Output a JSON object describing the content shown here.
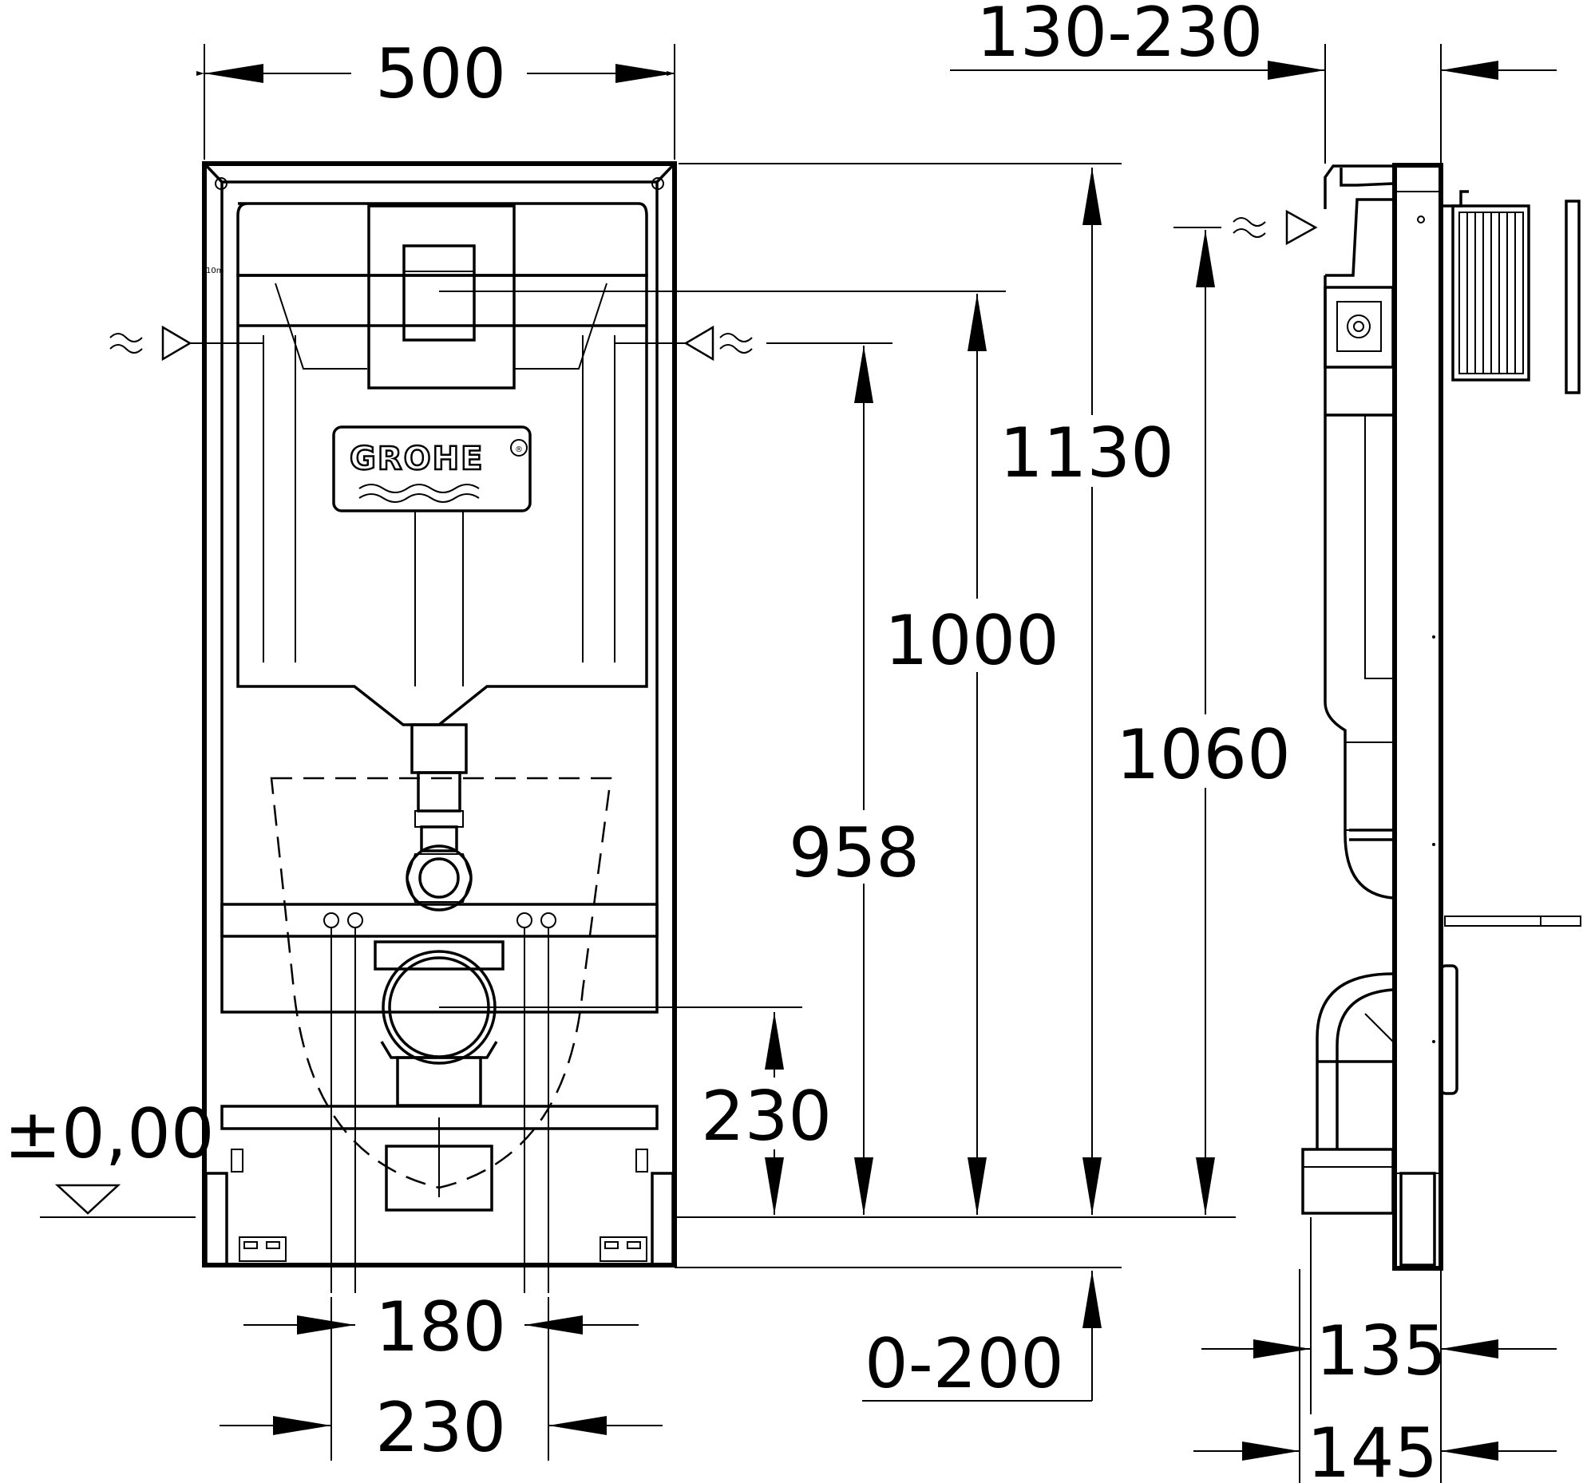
{
  "brand": {
    "logo_text": "GROHE",
    "registered_mark": "®"
  },
  "front_view": {
    "frame_marking": "10m",
    "dimensions": {
      "width": "500",
      "height_total": "1130",
      "flush_plate_height": "1000",
      "water_inlet_height": "958",
      "drain_height": "230",
      "fixing_spacing_inner": "180",
      "fixing_spacing_outer": "230",
      "leg_adjustment": "0-200"
    },
    "floor_level": {
      "label": "±0,00"
    }
  },
  "side_view": {
    "dimensions": {
      "wall_distance": "130-230",
      "inlet_height": "1060",
      "depth_min": "135",
      "depth_max": "145"
    }
  },
  "icons": [
    "water-inlet-icon",
    "floor-level-icon",
    "grohe-logo-icon"
  ]
}
